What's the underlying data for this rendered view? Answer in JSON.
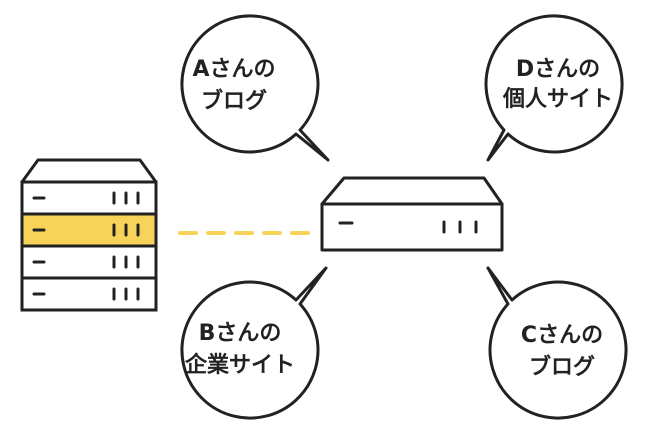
{
  "colors": {
    "stroke": "#222222",
    "highlight": "#f7d35a",
    "connector": "#f7d35a",
    "background": "#ffffff"
  },
  "bubbles": {
    "a": {
      "line1": "Aさんの",
      "line2": "ブログ"
    },
    "d": {
      "line1": "Dさんの",
      "line2": "個人サイト"
    },
    "b": {
      "line1": "Bさんの",
      "line2": "企業サイト"
    },
    "c": {
      "line1": "Cさんの",
      "line2": "ブログ"
    }
  },
  "server": {
    "rack_units": 4,
    "highlighted_unit": 2
  }
}
